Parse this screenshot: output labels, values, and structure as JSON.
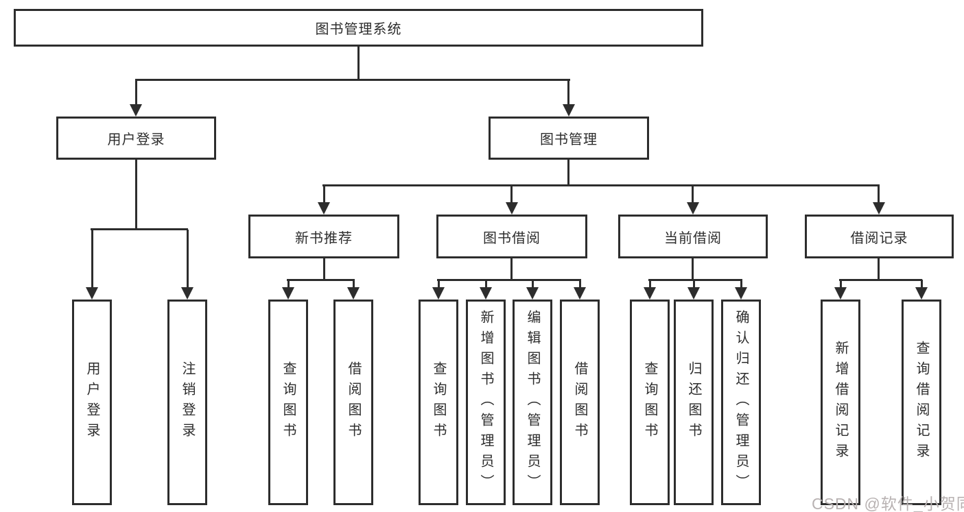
{
  "tree": {
    "root": {
      "label": "图书管理系统"
    },
    "branches": [
      {
        "label": "用户登录",
        "children": [
          {
            "label": "用户登录"
          },
          {
            "label": "注销登录"
          }
        ]
      },
      {
        "label": "图书管理",
        "children": [
          {
            "label": "新书推荐",
            "children": [
              {
                "label": "查询图书"
              },
              {
                "label": "借阅图书"
              }
            ]
          },
          {
            "label": "图书借阅",
            "children": [
              {
                "label": "查询图书"
              },
              {
                "label": "新增图书（管理员）"
              },
              {
                "label": "编辑图书（管理员）"
              },
              {
                "label": "借阅图书"
              }
            ]
          },
          {
            "label": "当前借阅",
            "children": [
              {
                "label": "查询图书"
              },
              {
                "label": "归还图书"
              },
              {
                "label": "确认归还（管理员）"
              }
            ]
          },
          {
            "label": "借阅记录",
            "children": [
              {
                "label": "新增借阅记录"
              },
              {
                "label": "查询借阅记录"
              }
            ]
          }
        ]
      }
    ]
  },
  "watermark": {
    "text": "CSDN @软件_小贺同学"
  },
  "colors": {
    "line": "#2d2d2d",
    "text": "#2d2d2d",
    "background": "#ffffff",
    "watermark": "#b8b2b2"
  }
}
